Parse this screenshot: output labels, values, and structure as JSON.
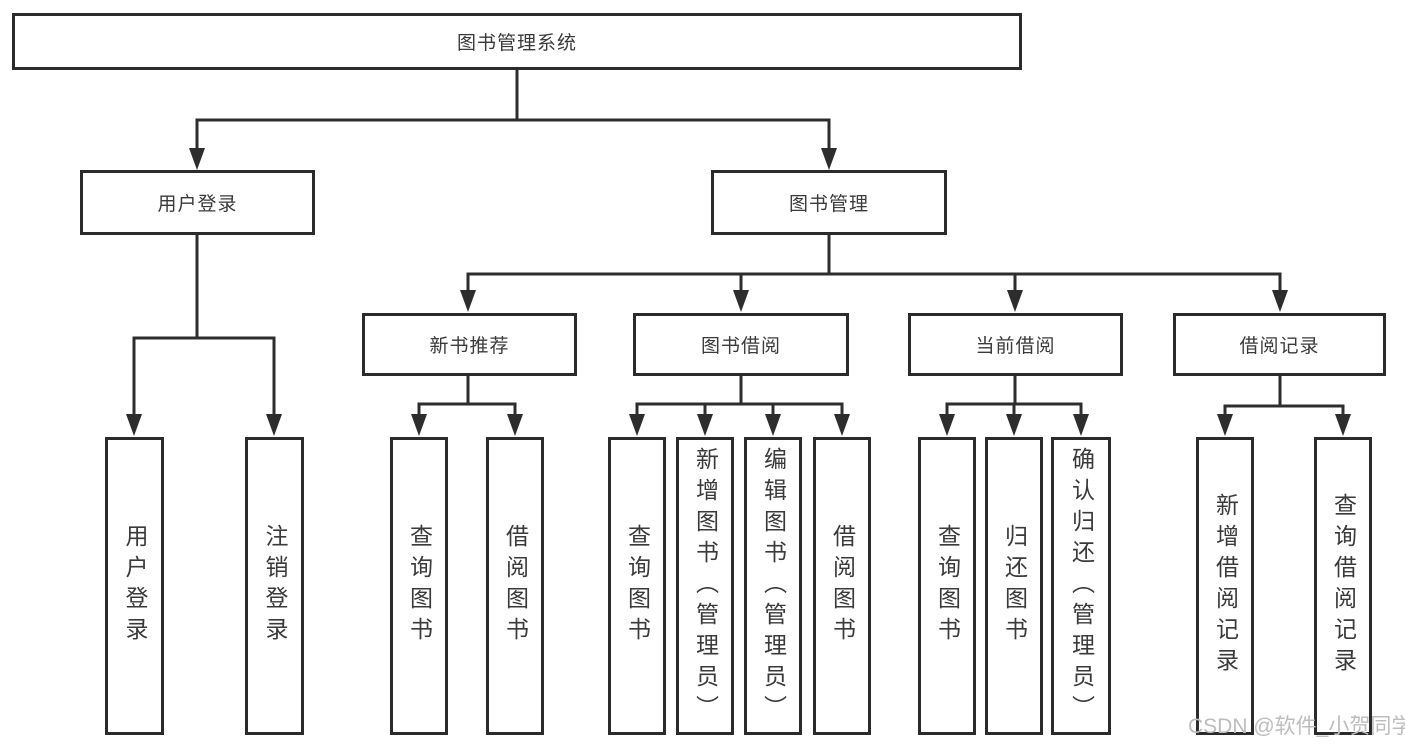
{
  "diagram": {
    "title": "图书管理系统",
    "tree": {
      "root": {
        "label": "图书管理系统"
      },
      "branches": [
        {
          "label": "用户登录",
          "children": [
            {
              "label": "用户登录"
            },
            {
              "label": "注销登录"
            }
          ]
        },
        {
          "label": "图书管理",
          "children": [
            {
              "label": "新书推荐",
              "children": [
                {
                  "label": "查询图书"
                },
                {
                  "label": "借阅图书"
                }
              ]
            },
            {
              "label": "图书借阅",
              "children": [
                {
                  "label": "查询图书"
                },
                {
                  "label": "新增图书（管理员）"
                },
                {
                  "label": "编辑图书（管理员）"
                },
                {
                  "label": "借阅图书"
                }
              ]
            },
            {
              "label": "当前借阅",
              "children": [
                {
                  "label": "查询图书"
                },
                {
                  "label": "归还图书"
                },
                {
                  "label": "确认归还（管理员）"
                }
              ]
            },
            {
              "label": "借阅记录",
              "children": [
                {
                  "label": "新增借阅记录"
                },
                {
                  "label": "查询借阅记录"
                }
              ]
            }
          ]
        }
      ]
    },
    "watermark": "CSDN @软件_小贺同学",
    "colors": {
      "line": "#2d2d2d",
      "box_border": "#2b2b2b",
      "text": "#3a3a3a",
      "watermark": "#bdbdbd",
      "background": "#ffffff"
    }
  }
}
